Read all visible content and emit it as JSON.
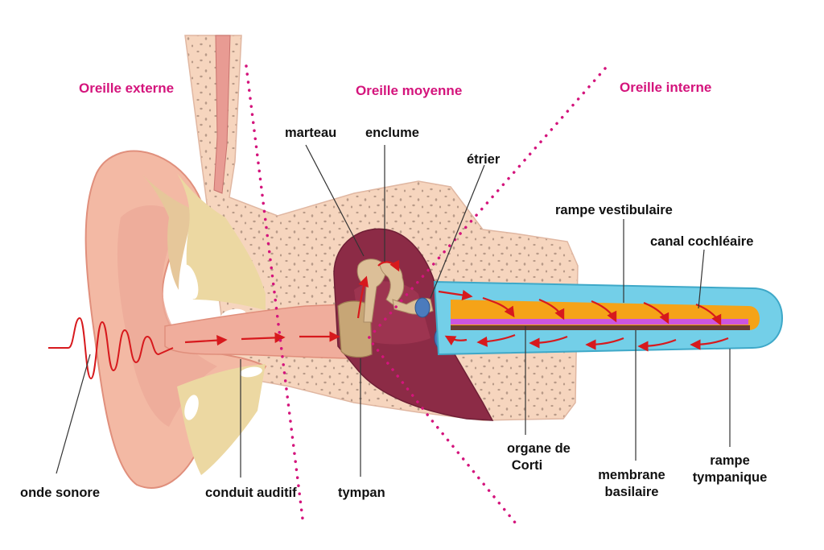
{
  "colors": {
    "zone_title": "#d4147c",
    "divider": "#d4147c",
    "skin": "#f3b9a4",
    "skin_dark": "#e08f7c",
    "cartilage": "#ecd8a2",
    "bone": "#f6d5be",
    "bone_pore": "#b89a88",
    "cavity": "#8c2b46",
    "ossicle": "#dcbf98",
    "cochlea_fluid": "#73cfe8",
    "cochlear_duct": "#f5a318",
    "organ_of_corti": "#cc55e0",
    "basilar_membrane": "#6b3d32",
    "arrow": "#d7191d",
    "label_text": "#111111",
    "leader_line": "#333333"
  },
  "zones": {
    "outer": "Oreille externe",
    "middle": "Oreille moyenne",
    "inner": "Oreille interne"
  },
  "labels": {
    "marteau": "marteau",
    "enclume": "enclume",
    "etrier": "étrier",
    "rampe_vestibulaire": "rampe vestibulaire",
    "canal_cochleaire": "canal cochléaire",
    "organe_de_corti": [
      "organe de",
      "Corti"
    ],
    "membrane_basilaire": [
      "membrane",
      "basilaire"
    ],
    "rampe_tympanique": [
      "rampe",
      "tympanique"
    ],
    "onde_sonore": "onde sonore",
    "conduit_auditif": "conduit auditif",
    "tympan": "tympan"
  }
}
